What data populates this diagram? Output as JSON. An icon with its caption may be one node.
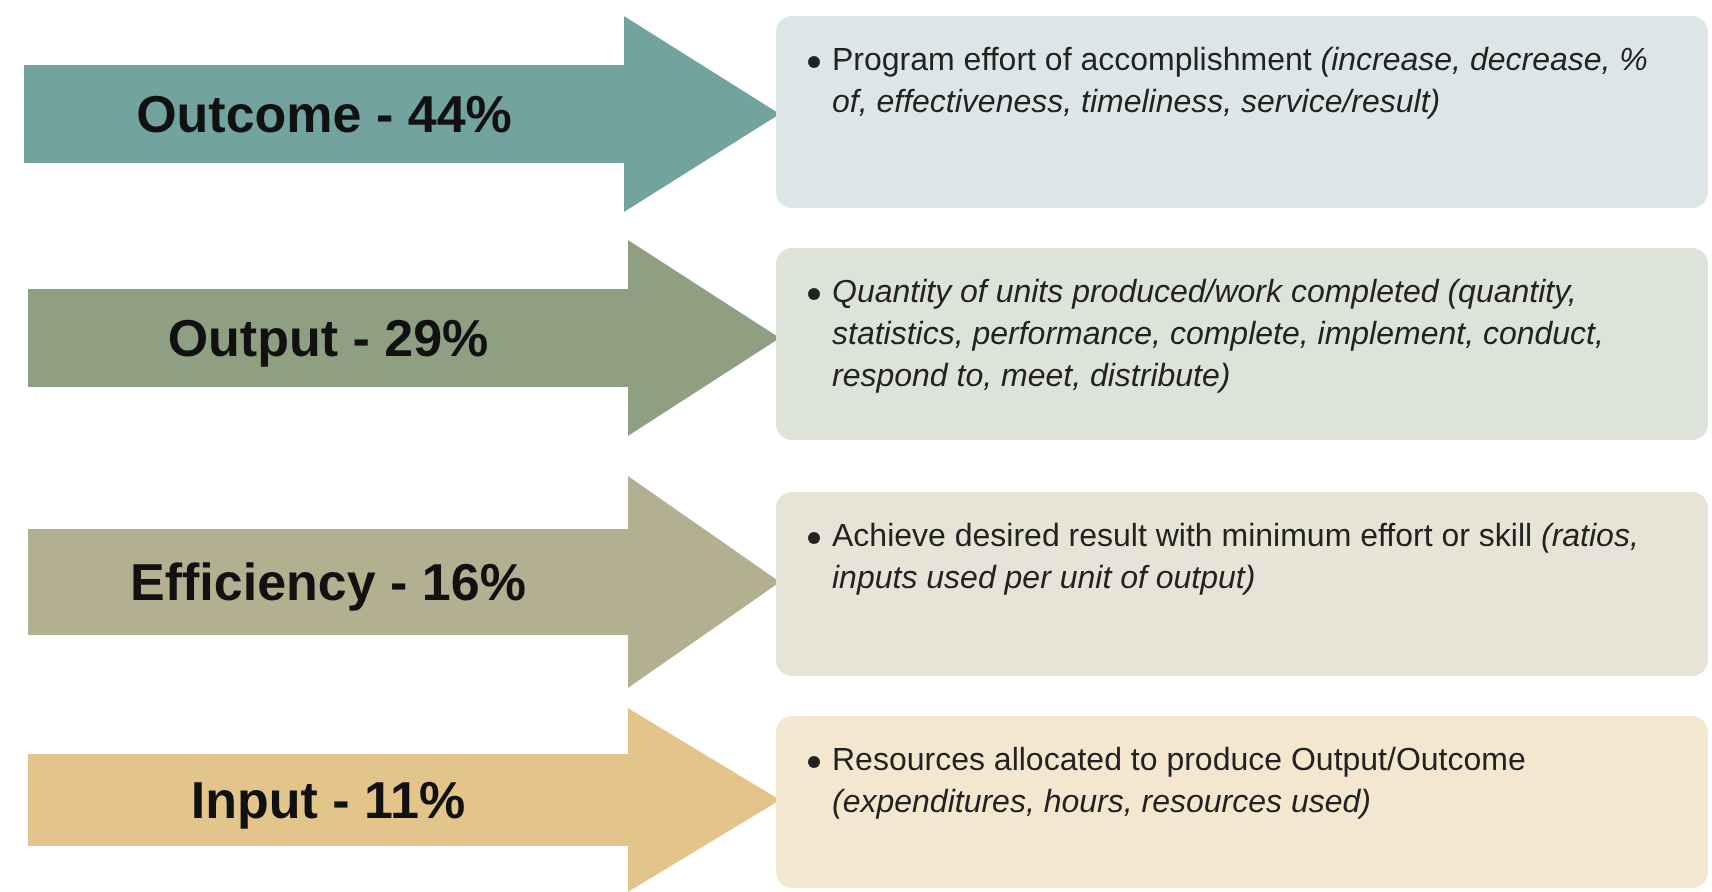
{
  "diagram": {
    "nodes": [
      {
        "text": [
          "Outcome - 44%"
        ]
      },
      {
        "text": [
          "Program effort of accomplishment *(increase, decrease, % of, effectiveness, timeliness, service/result)*"
        ]
      },
      {
        "text": [
          "Output - 29%"
        ]
      },
      {
        "text": [
          "Quantity of units produced/work completed (quantity, statistics, performance, complete, implement, conduct, respond to, meet, distribute)"
        ]
      },
      {
        "text": [
          "Efficiency - 16%"
        ]
      },
      {
        "text": [
          "Achieve desired result with minimum effort or skill *(ratios, inputs used per unit of output)*"
        ]
      },
      {
        "text": [
          "Input - 11%"
        ]
      },
      {
        "text": [
          "Resources allocated to produce Output/Outcome *(expenditures, hours, resources used)*"
        ]
      }
    ],
    "edges": []
  }
}
